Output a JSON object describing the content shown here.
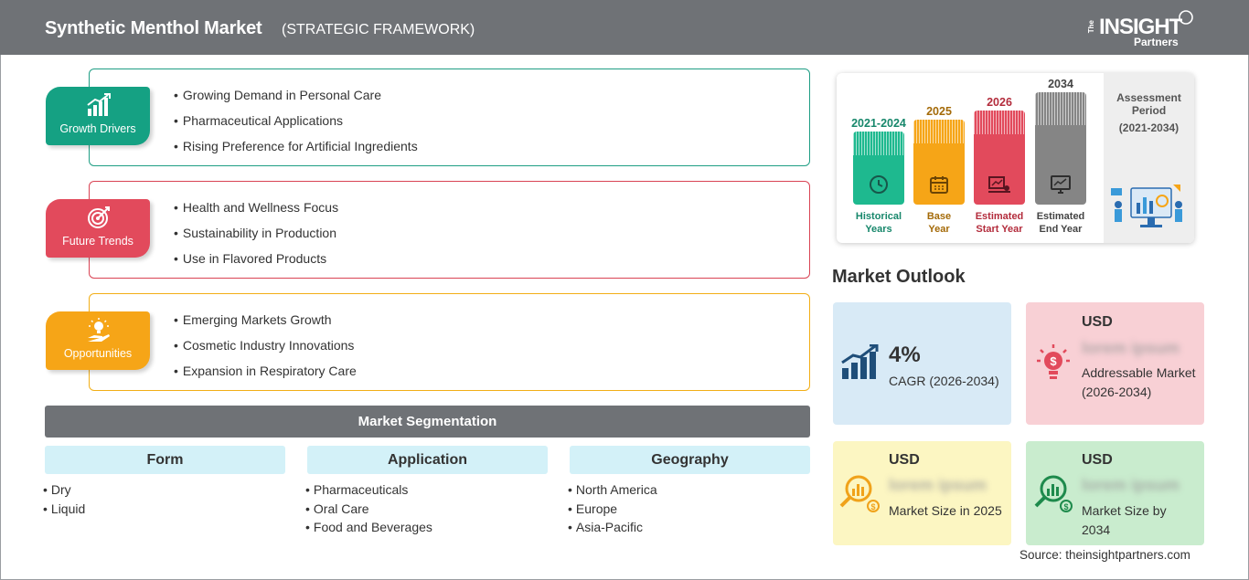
{
  "header": {
    "title": "Synthetic Menthol Market",
    "subtitle": "(STRATEGIC FRAMEWORK)",
    "logo": {
      "the": "The",
      "insight": "INSIGHT",
      "partners": "Partners"
    }
  },
  "categories": [
    {
      "label": "Growth Drivers",
      "color": "#15a183",
      "items": [
        "Growing Demand in Personal Care",
        "Pharmaceutical Applications",
        "Rising Preference for Artificial Ingredients"
      ]
    },
    {
      "label": "Future Trends",
      "color": "#e24a5c",
      "items": [
        "Health and Wellness Focus",
        "Sustainability in Production",
        "Use in Flavored Products"
      ]
    },
    {
      "label": "Opportunities",
      "color": "#f6a517",
      "items": [
        "Emerging Markets Growth",
        "Cosmetic Industry Innovations",
        "Expansion in Respiratory Care"
      ]
    }
  ],
  "segmentation": {
    "title": "Market Segmentation",
    "columns": [
      {
        "heading": "Form",
        "items": [
          "Dry",
          "Liquid"
        ]
      },
      {
        "heading": "Application",
        "items": [
          "Pharmaceuticals",
          "Oral Care",
          "Food and Beverages"
        ]
      },
      {
        "heading": "Geography",
        "items": [
          "North America",
          "Europe",
          "Asia-Pacific"
        ]
      }
    ]
  },
  "timeline": {
    "columns": [
      {
        "year": "2021-2024",
        "label_1": "Historical",
        "label_2": "Years",
        "color": "#1eb98f",
        "text_color": "#17876b"
      },
      {
        "year": "2025",
        "label_1": "Base",
        "label_2": "Year",
        "color": "#f6a517",
        "text_color": "#a46a08"
      },
      {
        "year": "2026",
        "label_1": "Estimated",
        "label_2": "Start Year",
        "color": "#e24a5c",
        "text_color": "#b32c3c"
      },
      {
        "year": "2034",
        "label_1": "Estimated",
        "label_2": "End Year",
        "color": "#858585",
        "text_color": "#444444"
      }
    ],
    "assessment_label": "Assessment Period",
    "assessment_range": "(2021-2034)"
  },
  "outlook": {
    "title": "Market Outlook",
    "cagr": {
      "value": "4%",
      "label": "CAGR (2026-2034)"
    },
    "addressable": {
      "currency": "USD",
      "value": "lorem ipsum",
      "label": "Addressable Market (2026-2034)"
    },
    "size_2025": {
      "currency": "USD",
      "value": "lorem ipsum",
      "label": "Market Size in 2025"
    },
    "size_2034": {
      "currency": "USD",
      "value": "lorem ipsum",
      "label": "Market Size by 2034"
    }
  },
  "source": "Source: theinsightpartners.com"
}
